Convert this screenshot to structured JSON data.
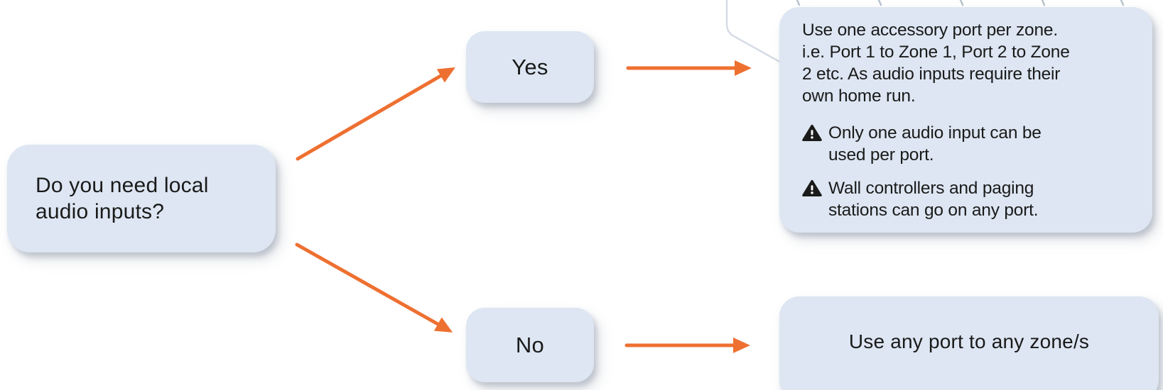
{
  "diagram": {
    "question_node": {
      "text": "Do you need local\naudio inputs?"
    },
    "yes_node": {
      "label": "Yes"
    },
    "no_node": {
      "label": "No"
    },
    "yes_outcome_node": {
      "paragraph": "Use one accessory port per zone.\ni.e. Port 1 to Zone 1, Port 2 to Zone\n2 etc. As audio inputs require their\nown home run.",
      "warnings": [
        {
          "icon": "warning-triangle-icon",
          "text": "Only one audio input can be\nused per port."
        },
        {
          "icon": "warning-triangle-icon",
          "text": "Wall controllers and paging\nstations can go on any port."
        }
      ]
    },
    "no_outcome_node": {
      "text": "Use any port to any zone/s"
    },
    "colors": {
      "node_fill": "#dde6f2",
      "arrow_orange": "#ee7031",
      "text": "#1a1a1a",
      "decor_line": "#d6dce5"
    }
  }
}
